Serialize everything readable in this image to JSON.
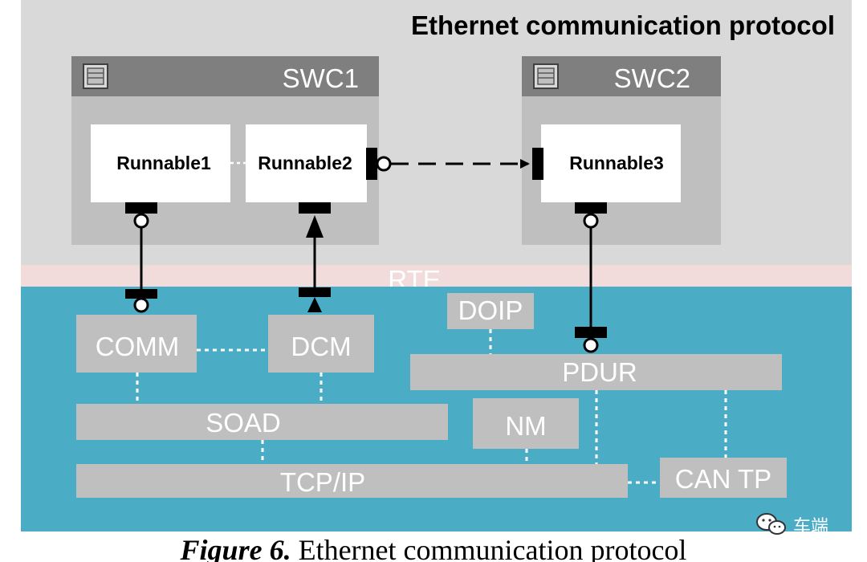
{
  "diagram_title": "Ethernet communication protocol",
  "swc1": {
    "title": "SWC1"
  },
  "swc2": {
    "title": "SWC2"
  },
  "runnables": {
    "r1": "Runnable1",
    "r2": "Runnable2",
    "r3": "Runnable3"
  },
  "rte_label": "RTE",
  "bsw": {
    "comm": "COMM",
    "dcm": "DCM",
    "doip": "DOIP",
    "pdur": "PDUR",
    "soad": "SOAD",
    "nm": "NM",
    "tcpip": "TCP/IP",
    "cantp": "CAN TP"
  },
  "watermark": "车端",
  "caption": {
    "prefix": "Figure 6.",
    "text": " Ethernet communication protocol"
  },
  "colors": {
    "app_layer": "#d9d9d9",
    "swc_body": "#bfbfbf",
    "swc_header": "#7f7f7f",
    "rte_band": "#f2dcdb",
    "bsw_layer": "#4bacc6",
    "module": "#bfbfbf",
    "runnable": "#ffffff",
    "connector": "#000000"
  },
  "icons": {
    "swc_header_icon": "component-icon",
    "watermark_icon": "wechat-icon"
  }
}
